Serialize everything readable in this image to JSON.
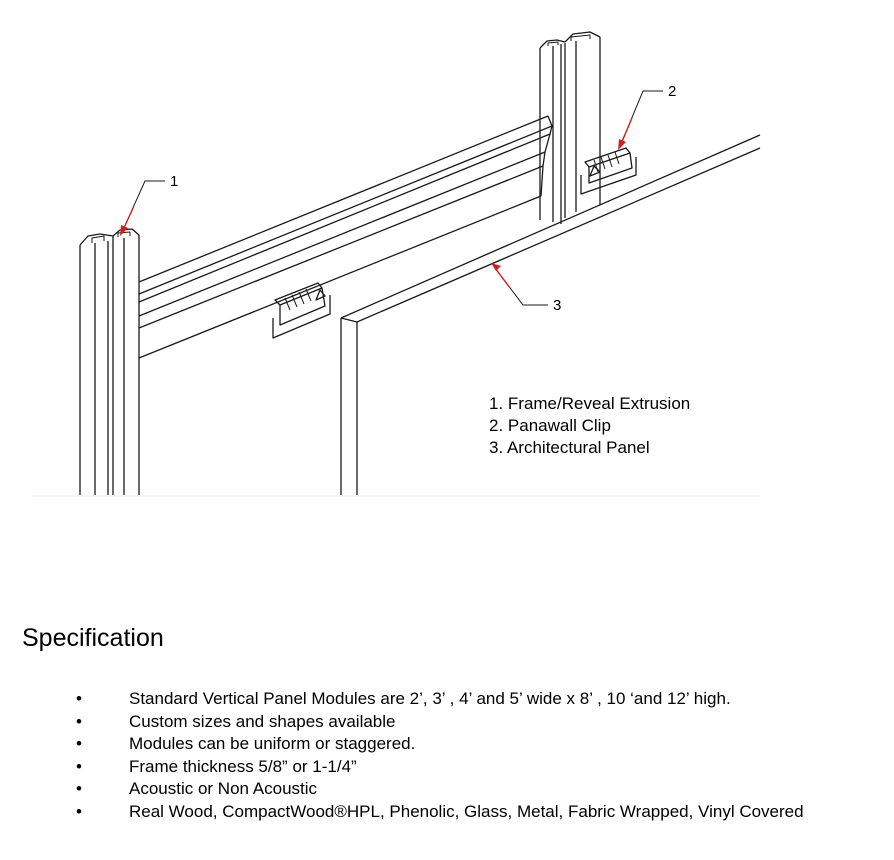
{
  "callouts": [
    "1",
    "2",
    "3"
  ],
  "legend": [
    "1. Frame/Reveal Extrusion",
    "2. Panawall Clip",
    "3. Architectural Panel"
  ],
  "specification": {
    "title": "Specification",
    "bullet_symbol": "•",
    "items": [
      "Standard Vertical Panel Modules are 2’, 3’ , 4’ and 5’ wide x  8’ , 10 ‘and 12’ high.",
      "Custom sizes and shapes available",
      "Modules can be uniform or staggered.",
      "Frame thickness 5/8” or 1-1/4”",
      "Acoustic or Non Acoustic",
      "Real Wood, CompactWood®HPL, Phenolic, Glass, Metal, Fabric Wrapped, Vinyl Covered"
    ]
  },
  "colors": {
    "line": "#1a1a1a",
    "arrow": "#cc1f1f",
    "background": "#ffffff"
  }
}
